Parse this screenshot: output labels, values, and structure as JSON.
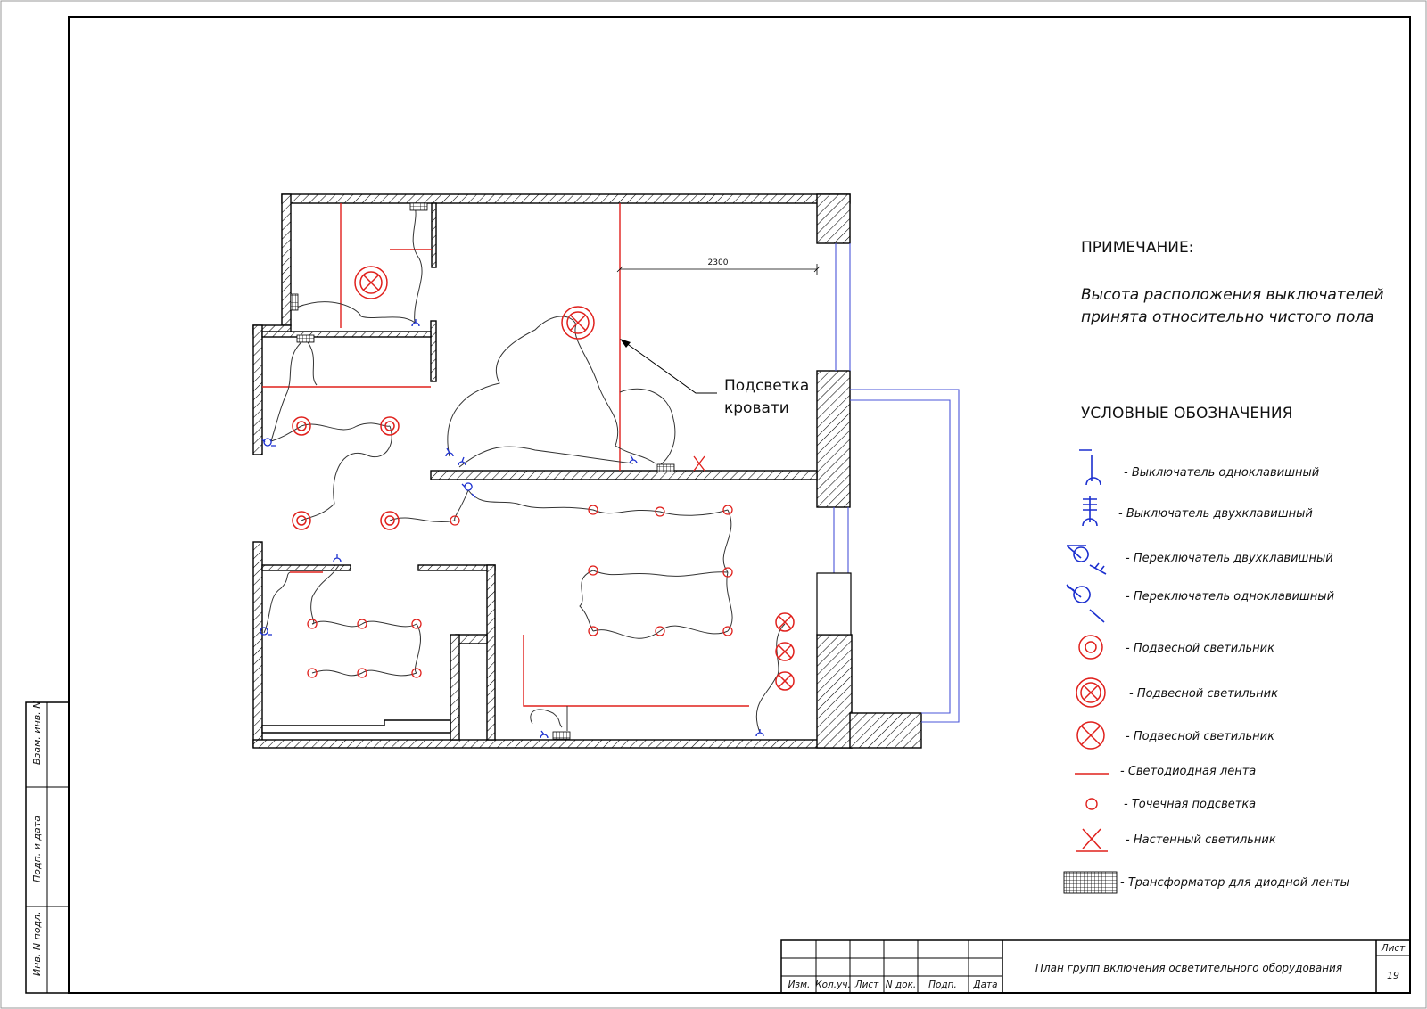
{
  "note": {
    "heading": "ПРИМЕЧАНИЕ:",
    "line1": "Высота расположения выключателей",
    "line2": "принята относительно чистого пола"
  },
  "legend": {
    "heading": "УСЛОВНЫЕ ОБОЗНАЧЕНИЯ",
    "items": [
      "- Выключатель одноклавишный",
      "- Выключатель двухклавишный",
      "- Переключатель двухклавишный",
      "- Переключатель одноклавишный",
      "- Подвесной светильник",
      "- Подвесной светильник",
      "- Подвесной светильник",
      "- Светодиодная лента",
      "- Точечная подсветка",
      "- Настенный светильник",
      "- Трансформатор для диодной ленты"
    ]
  },
  "plan": {
    "dimension": "2300",
    "callout_line1": "Подсветка",
    "callout_line2": "кровати"
  },
  "side_stamp": [
    "Инв. N подл.",
    "Подп. и дата",
    "Взам. инв. N"
  ],
  "title_block": {
    "columns": [
      "Изм.",
      "Кол.уч.",
      "Лист",
      "N док.",
      "Подп.",
      "Дата"
    ],
    "title": "План групп включения осветительного оборудования",
    "sheet_label": "Лист",
    "sheet_number": "19"
  },
  "colors": {
    "wall": "#000000",
    "light": "#e0201c",
    "switch": "#1b2fcf",
    "window": "#4a55d8",
    "wire": "#333333"
  }
}
